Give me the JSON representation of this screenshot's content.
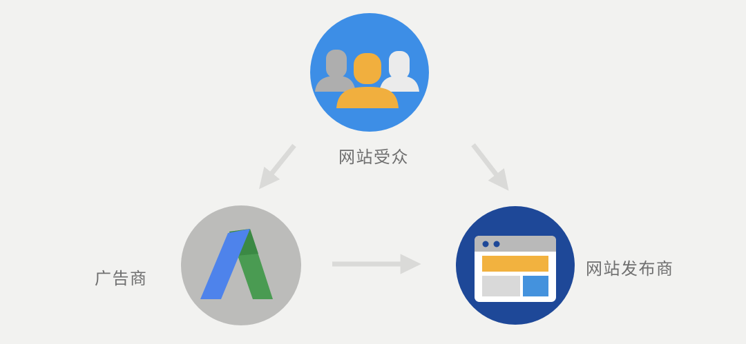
{
  "nodes": {
    "audience": {
      "label": "网站受众"
    },
    "advertiser": {
      "label": "广告商"
    },
    "publisher": {
      "label": "网站发布商"
    }
  },
  "icons": {
    "audience": "people-group-icon",
    "advertiser": "google-adwords-icon",
    "publisher": "browser-window-icon"
  },
  "colors": {
    "background": "#f2f2f0",
    "label_text": "#6f6f6f",
    "arrow": "#dadad8",
    "audience_circle": "#3d8ee6",
    "person_left": "#aeaeae",
    "person_center": "#f1af3e",
    "person_right": "#ebebeb",
    "advertiser_circle": "#bcbcba",
    "adwords_blue": "#4e83eb",
    "adwords_green": "#4a9b52",
    "adwords_green_shadow": "#3b8944",
    "publisher_circle": "#1e4898",
    "browser_frame": "#ffffff",
    "browser_titlebar": "#b9b9b9",
    "browser_banner": "#f2b23f",
    "browser_block_gray": "#d9d9d9",
    "browser_block_blue": "#4492dd"
  }
}
